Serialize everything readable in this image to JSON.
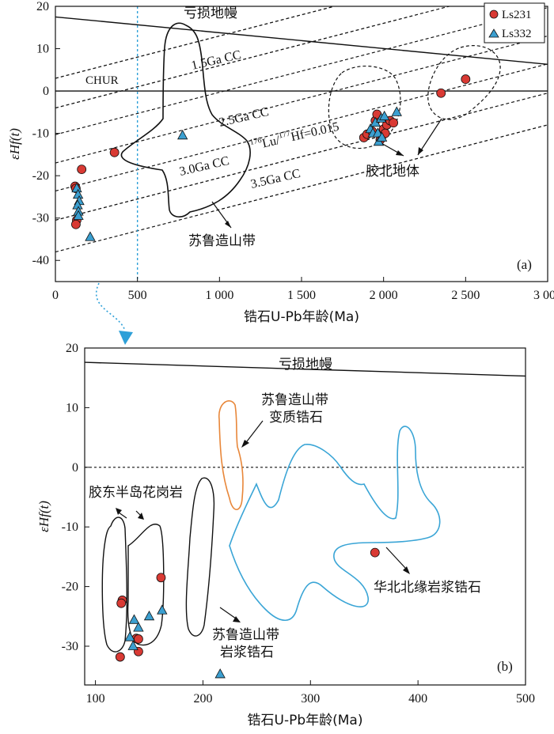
{
  "chart_data": [
    {
      "panel": "(a)",
      "type": "scatter",
      "xlabel": "锆石U-Pb年龄(Ma)",
      "ylabel": "εHf(t)",
      "xlim": [
        0,
        3000
      ],
      "ylim": [
        -45,
        20
      ],
      "x_ticks": [
        0,
        500,
        1000,
        1500,
        2000,
        2500,
        3000
      ],
      "x_tick_labels": [
        "0",
        "500",
        "1 000",
        "1 500",
        "2 000",
        "2 500",
        "3 000"
      ],
      "y_ticks": [
        -40,
        -30,
        -20,
        -10,
        0,
        10,
        20
      ],
      "y_tick_labels": [
        "-40",
        "-30",
        "-20",
        "-10",
        "0",
        "10",
        "20"
      ],
      "reference_lines": {
        "depleted_mantle": {
          "label": "亏损地幔",
          "points": [
            [
              0,
              17.5
            ],
            [
              3000,
              6.3
            ]
          ]
        },
        "chur": {
          "label": "CHUR",
          "y": 0
        },
        "crust_lines": [
          {
            "label": "1.5Ga CC",
            "points": [
              [
                0,
                3
              ],
              [
                3000,
                33
              ]
            ]
          },
          {
            "label": "2.5Ga CC",
            "points": [
              [
                0,
                -10.3
              ],
              [
                3000,
                19.7
              ]
            ]
          },
          {
            "label": "3.0Ga CC",
            "points": [
              [
                0,
                -17
              ],
              [
                3000,
                13
              ]
            ]
          },
          {
            "label": "3.5Ga CC",
            "points": [
              [
                0,
                -23.6
              ],
              [
                3000,
                6.4
              ]
            ]
          },
          {
            "label": "",
            "points": [
              [
                0,
                -4
              ],
              [
                3000,
                26
              ]
            ]
          },
          {
            "label": "",
            "points": [
              [
                0,
                -30.5
              ],
              [
                3000,
                -0.5
              ]
            ]
          },
          {
            "label": "",
            "points": [
              [
                0,
                -38
              ],
              [
                3000,
                -8
              ]
            ]
          }
        ],
        "slope_label": "176Lu/177Hf=0.015",
        "cutoff_line_x": 500
      },
      "field_labels": {
        "sulu": "苏鲁造山带",
        "jiaobei": "胶北地体"
      },
      "legend": {
        "position": "top-right",
        "entries": [
          "Ls231",
          "Ls332"
        ]
      },
      "series": [
        {
          "name": "Ls231",
          "marker": "circle",
          "color": "#d93a34",
          "points": [
            [
              120,
              -22.5
            ],
            [
              125,
              -23
            ],
            [
              130,
              -30.5
            ],
            [
              125,
              -31.5
            ],
            [
              160,
              -18.5
            ],
            [
              360,
              -14.5
            ],
            [
              1880,
              -11
            ],
            [
              1900,
              -10.2
            ],
            [
              1930,
              -9.5
            ],
            [
              1950,
              -7
            ],
            [
              1960,
              -5.5
            ],
            [
              1980,
              -11.5
            ],
            [
              2000,
              -9
            ],
            [
              2010,
              -10
            ],
            [
              2020,
              -8
            ],
            [
              2040,
              -7
            ],
            [
              2060,
              -7.5
            ],
            [
              2350,
              -0.5
            ],
            [
              2500,
              2.8
            ]
          ]
        },
        {
          "name": "Ls332",
          "marker": "triangle",
          "color": "#3b9fd0",
          "points": [
            [
              130,
              -23
            ],
            [
              138,
              -24.5
            ],
            [
              145,
              -26
            ],
            [
              135,
              -27
            ],
            [
              140,
              -28.5
            ],
            [
              140,
              -29.5
            ],
            [
              212,
              -34.5
            ],
            [
              775,
              -10.5
            ],
            [
              1920,
              -9
            ],
            [
              1935,
              -10
            ],
            [
              1950,
              -7.5
            ],
            [
              1965,
              -10
            ],
            [
              1970,
              -12
            ],
            [
              1985,
              -6.5
            ],
            [
              1990,
              -11
            ],
            [
              2005,
              -6
            ],
            [
              2080,
              -5
            ]
          ]
        }
      ]
    },
    {
      "panel": "(b)",
      "type": "scatter",
      "xlabel": "锆石U-Pb年龄(Ma)",
      "ylabel": "εHf(t)",
      "xlim": [
        90,
        500
      ],
      "ylim": [
        -36.5,
        20
      ],
      "x_ticks": [
        100,
        200,
        300,
        400,
        500
      ],
      "x_tick_labels": [
        "100",
        "200",
        "300",
        "400",
        "500"
      ],
      "y_ticks": [
        -30,
        -20,
        -10,
        0,
        10,
        20
      ],
      "y_tick_labels": [
        "-30",
        "-20",
        "-10",
        "0",
        "10",
        "20"
      ],
      "reference_lines": {
        "depleted_mantle": {
          "label": "亏损地幔",
          "points": [
            [
              90,
              17.6
            ],
            [
              500,
              15.3
            ]
          ]
        },
        "chur": {
          "y": 0,
          "style": "dashed"
        }
      },
      "field_labels": {
        "sulu_meta": [
          "苏鲁造山带",
          "变质锆石"
        ],
        "jiaodong": "胶东半岛花岗岩",
        "sulu_magma": [
          "苏鲁造山带",
          "岩浆锆石"
        ],
        "north_china": "华北北缘岩浆锆石"
      },
      "field_colors": {
        "sulu_meta": "#e8873a",
        "north_china": "#3aa5d6",
        "other": "#111111"
      },
      "series": [
        {
          "name": "Ls231",
          "marker": "circle",
          "color": "#d93a34",
          "points": [
            [
              125,
              -22.3
            ],
            [
              124,
              -22.8
            ],
            [
              123,
              -31.8
            ],
            [
              138,
              -28.7
            ],
            [
              140,
              -28.8
            ],
            [
              140,
              -30.9
            ],
            [
              161,
              -18.5
            ],
            [
              360,
              -14.3
            ]
          ]
        },
        {
          "name": "Ls332",
          "marker": "triangle",
          "color": "#3b9fd0",
          "points": [
            [
              132,
              -28.5
            ],
            [
              136,
              -25.6
            ],
            [
              140,
              -26.9
            ],
            [
              150,
              -25
            ],
            [
              162,
              -24
            ],
            [
              135,
              -30
            ],
            [
              216,
              -34.7
            ]
          ]
        }
      ]
    }
  ],
  "panel_labels": [
    "(a)",
    "(b)"
  ]
}
